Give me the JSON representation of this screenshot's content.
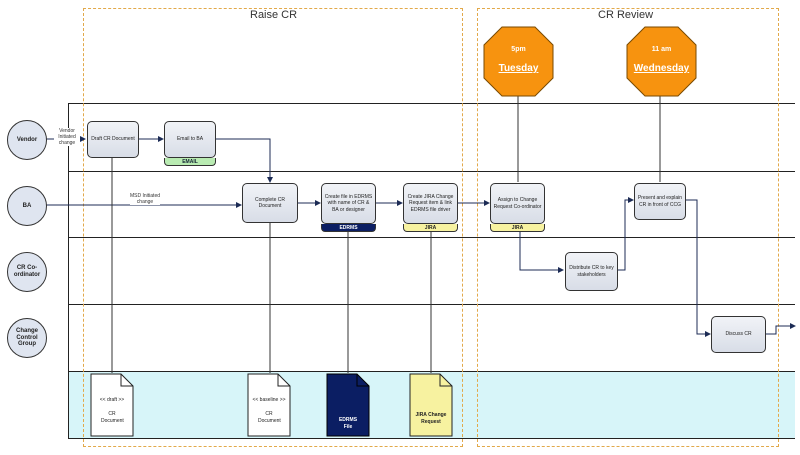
{
  "sections": {
    "raise": {
      "title": "Raise CR"
    },
    "review": {
      "title": "CR Review"
    }
  },
  "meetings": [
    {
      "time": "5pm",
      "day": "Tuesday"
    },
    {
      "time": "11 am",
      "day": "Wednesday"
    }
  ],
  "actors": {
    "vendor": "Vendor",
    "ba": "BA",
    "coordinator": "CR Co-ordinator",
    "ccg": "Change Control Group"
  },
  "triggers": {
    "vendor": "Vendor Initiated change",
    "msd": "MSD Initiated change"
  },
  "steps": {
    "draft": "Draft CR Document",
    "email": {
      "label": "Email to BA",
      "tag": "EMAIL"
    },
    "complete": "Complete CR Document",
    "edrms": {
      "label": "Create file in EDRMS with name of CR & BA or designer",
      "tag": "EDRMS"
    },
    "jira": {
      "label": "Create JIRA Change Request item & link EDRMS file driver",
      "tag": "JIRA"
    },
    "assign": {
      "label": "Assign to Change Request Co-ordinator",
      "tag": "JIRA"
    },
    "present": "Present and explain CR in front of CCG",
    "distribute": "Distribute CR to key stakeholders",
    "discuss": "Discuss CR"
  },
  "documents": {
    "draft": {
      "tag": "<< draft >>",
      "title": "CR Document"
    },
    "baseline": {
      "tag": "<< baseline >>",
      "title": "CR Document"
    },
    "edrms": {
      "title": "EDRMS File"
    },
    "jira": {
      "title": "JIRA Change Request"
    }
  },
  "colors": {
    "stop": "#f7930f",
    "repository": "#d7f5f9",
    "section_border": "#e2a94a",
    "email_tag": "#b9ebb2",
    "edrms": "#0b1e63",
    "jira": "#f7f2a0",
    "actor_fill": "#dfe5f0"
  }
}
